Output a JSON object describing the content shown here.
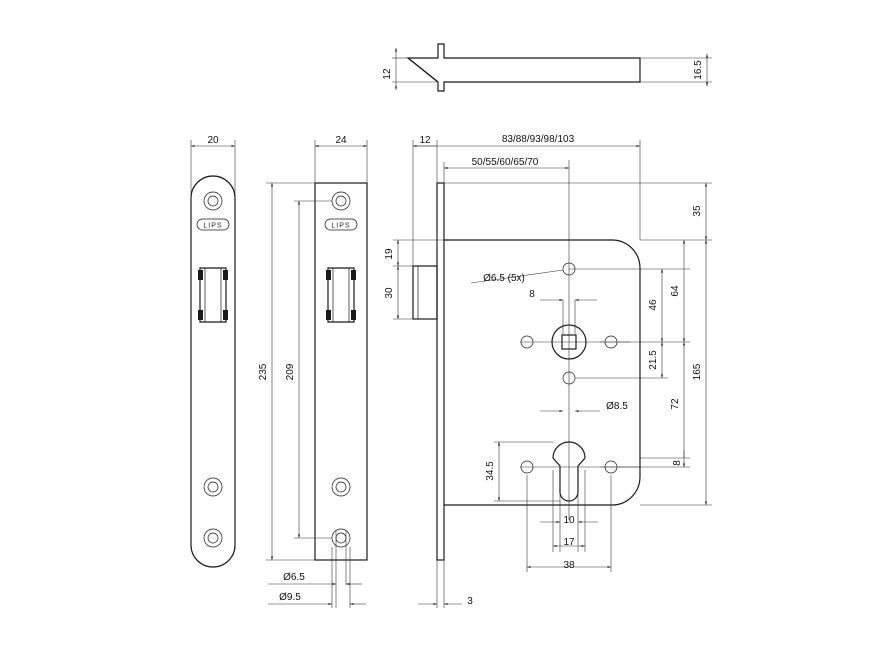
{
  "brand": "LIPS",
  "dims": {
    "d16_5": "16.5",
    "d12_bolt": "12",
    "d20": "20",
    "d24": "24",
    "d12_top": "12",
    "d_backsets_total": "83/88/93/98/103",
    "d_backsets": "50/55/60/65/70",
    "d35": "35",
    "d19": "19",
    "d30": "30",
    "d6_5_5x": "Ø6.5 (5x)",
    "d8_a": "8",
    "d46": "46",
    "d64": "64",
    "d21_5": "21.5",
    "d165": "165",
    "d72": "72",
    "d8_5": "Ø8.5",
    "d235": "235",
    "d209": "209",
    "d34_5": "34.5",
    "d8_b": "8",
    "d10": "10",
    "d17": "17",
    "d38": "38",
    "d6_5": "Ø6.5",
    "d9_5": "Ø9.5",
    "d3": "3"
  }
}
